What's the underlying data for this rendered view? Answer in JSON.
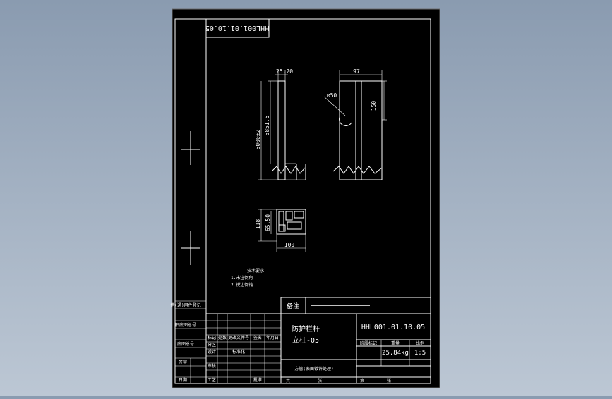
{
  "colors": {
    "sheet": "#000000",
    "ink": "#ffffff",
    "backdrop_top": "#8a9bb0",
    "backdrop_bottom": "#bcc7d4"
  },
  "sheet": {
    "rotated_code": "HHL001.01.10.05"
  },
  "views": {
    "side": {
      "top_width": "25.20",
      "height_inner": "5851.5",
      "height_total": "6000±2"
    },
    "front": {
      "width": "97",
      "hole": "⌀50",
      "hole_offset": "150"
    },
    "section": {
      "height_total": "118",
      "height_inner": "65.50",
      "width": "100"
    }
  },
  "notes": {
    "title": "技术要求",
    "line1": "1.未注倒角",
    "line2": "2.锐边倒钝"
  },
  "title_block": {
    "remark_label": "备注",
    "drawing_code": "HHL001.01.10.05",
    "part_name_line1": "防护栏杆",
    "part_name_line2": "立柱-05",
    "material": "方管(表面镀锌处理)",
    "mass": "25.84kg",
    "scale": "1:5",
    "left_labels": [
      "借(通)用件登记",
      "旧底图总号",
      "底图总号",
      "签字",
      "日期"
    ],
    "row_labels": [
      "标记",
      "处数",
      "分区",
      "更改文件号",
      "签名",
      "年月日"
    ],
    "role_labels": [
      "设计",
      "标准化",
      "审核",
      "工艺",
      "批准"
    ],
    "stage_labels": [
      "阶段标记",
      "重量",
      "比例"
    ],
    "sheet_labels": [
      "共",
      "张",
      "第",
      "张"
    ]
  }
}
